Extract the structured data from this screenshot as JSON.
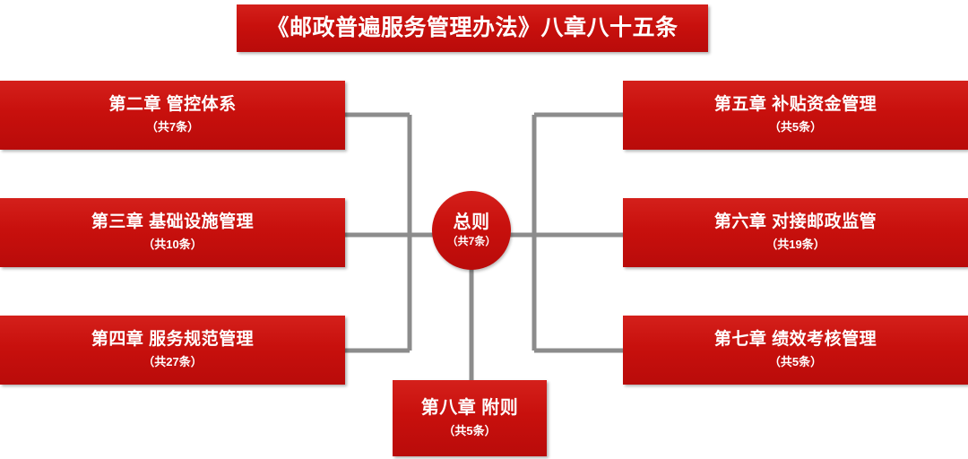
{
  "diagram": {
    "title": "《邮政普遍服务管理办法》八章八十五条",
    "center": {
      "label": "总则",
      "count": "（共7条）"
    },
    "left_chapters": [
      {
        "label": "第二章 管控体系",
        "count": "（共7条）"
      },
      {
        "label": "第三章 基础设施管理",
        "count": "（共10条）"
      },
      {
        "label": "第四章 服务规范管理",
        "count": "（共27条）"
      }
    ],
    "right_chapters": [
      {
        "label": "第五章 补贴资金管理",
        "count": "（共5条）"
      },
      {
        "label": "第六章 对接邮政监管",
        "count": "（共19条）"
      },
      {
        "label": "第七章 绩效考核管理",
        "count": "（共5条）"
      }
    ],
    "bottom_chapter": {
      "label": "第八章 附则",
      "count": "（共5条）"
    },
    "colors": {
      "node_red": "#c9100f",
      "connector_grey": "#8c8c8c",
      "text_white": "#ffffff",
      "background": "#ffffff"
    }
  }
}
